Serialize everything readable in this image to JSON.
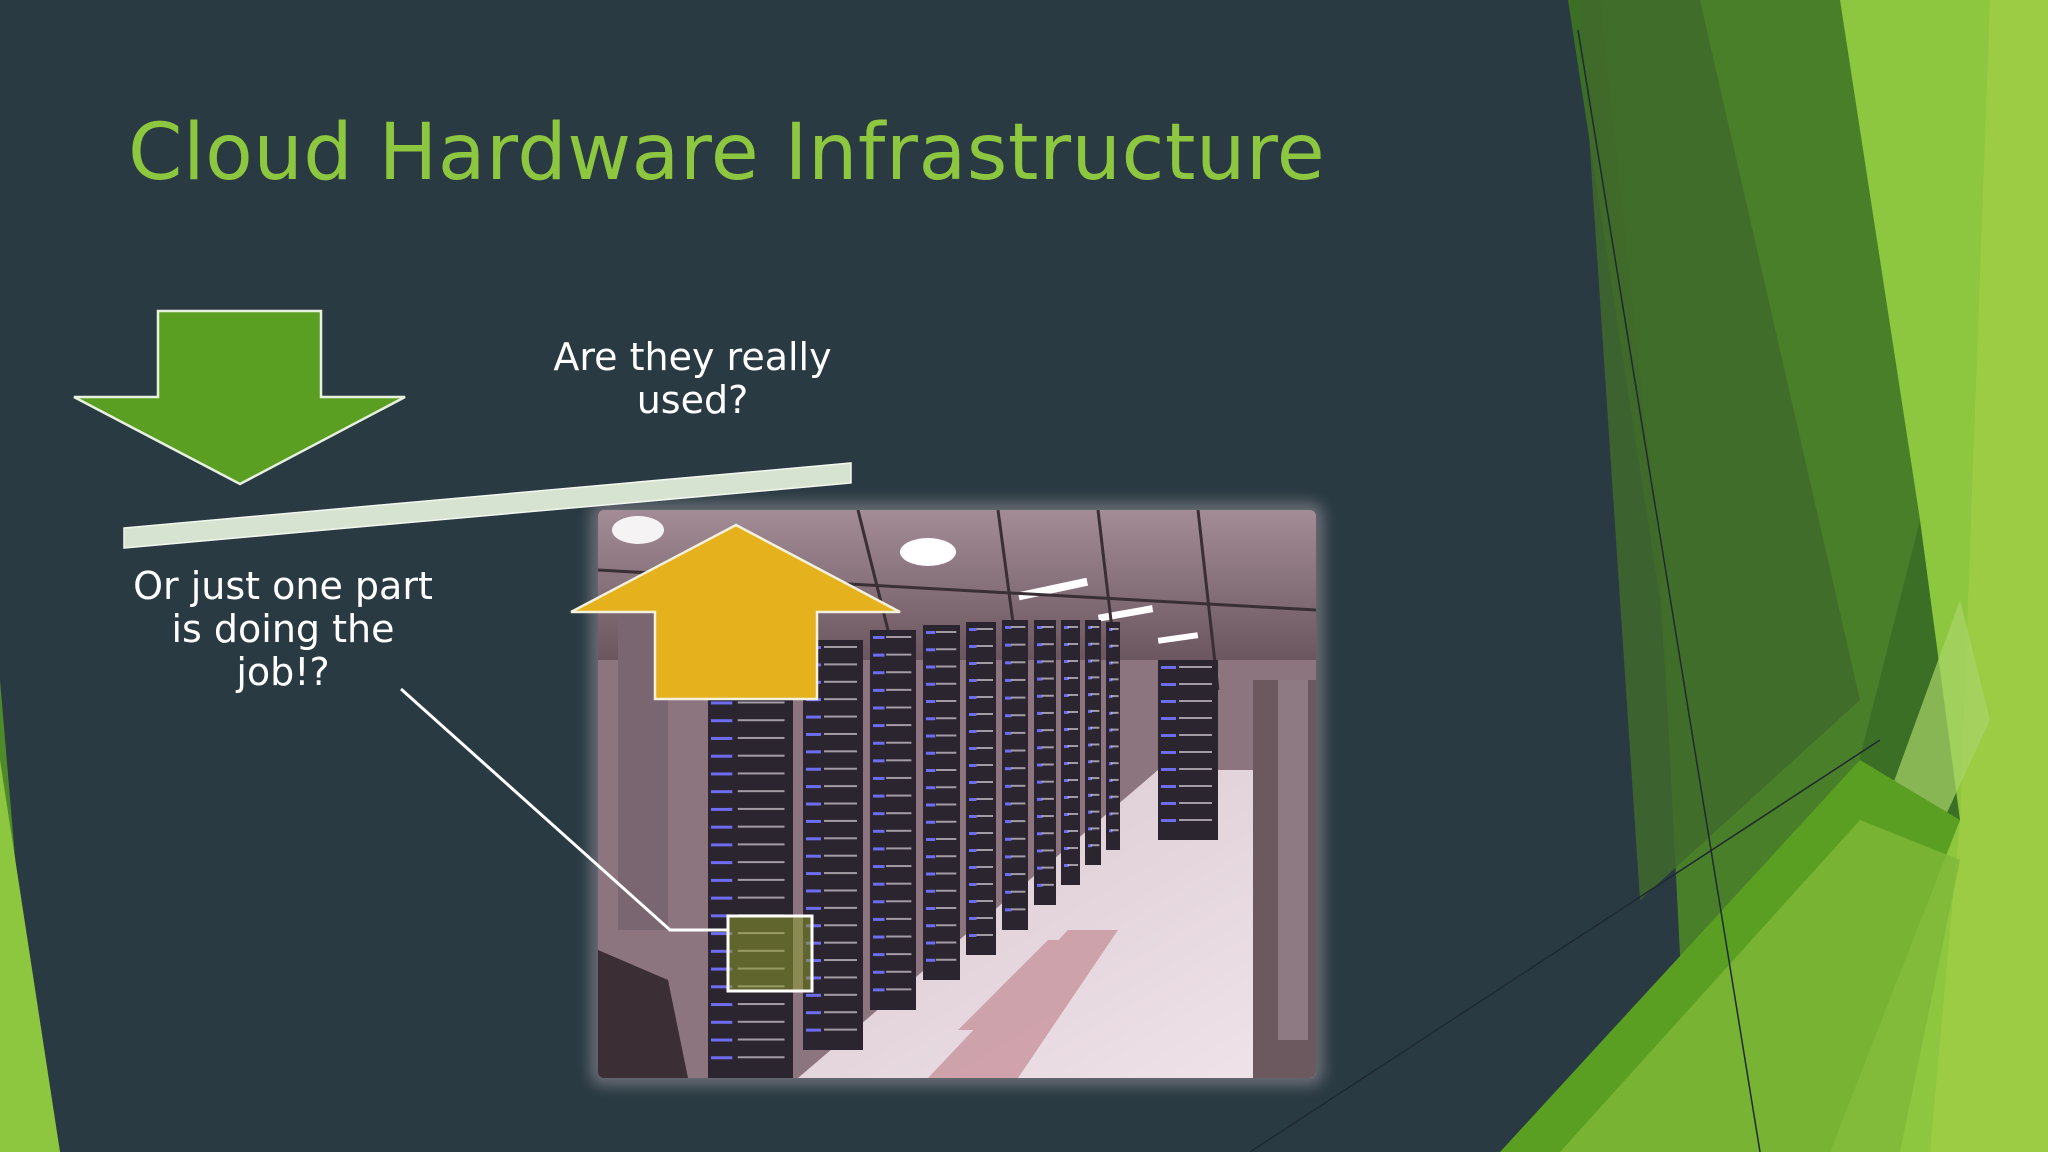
{
  "slide": {
    "title": "Cloud Hardware Infrastructure",
    "callout_top": "Are they really\nused?",
    "callout_left": "Or just one part\nis doing the\njob!?"
  },
  "colors": {
    "background": "#2a3a43",
    "title": "#8dc63f",
    "down_arrow": "#5a9e22",
    "up_arrow": "#e5b21e",
    "balance_beam": "#d5e3d0",
    "accent_green_dark": "#3f7a22",
    "accent_green_light": "#8dc63f"
  },
  "icons": {
    "down_arrow": "arrow-down-icon",
    "up_arrow": "arrow-up-icon"
  },
  "image": {
    "subject": "server-racks-datacenter-photo"
  }
}
